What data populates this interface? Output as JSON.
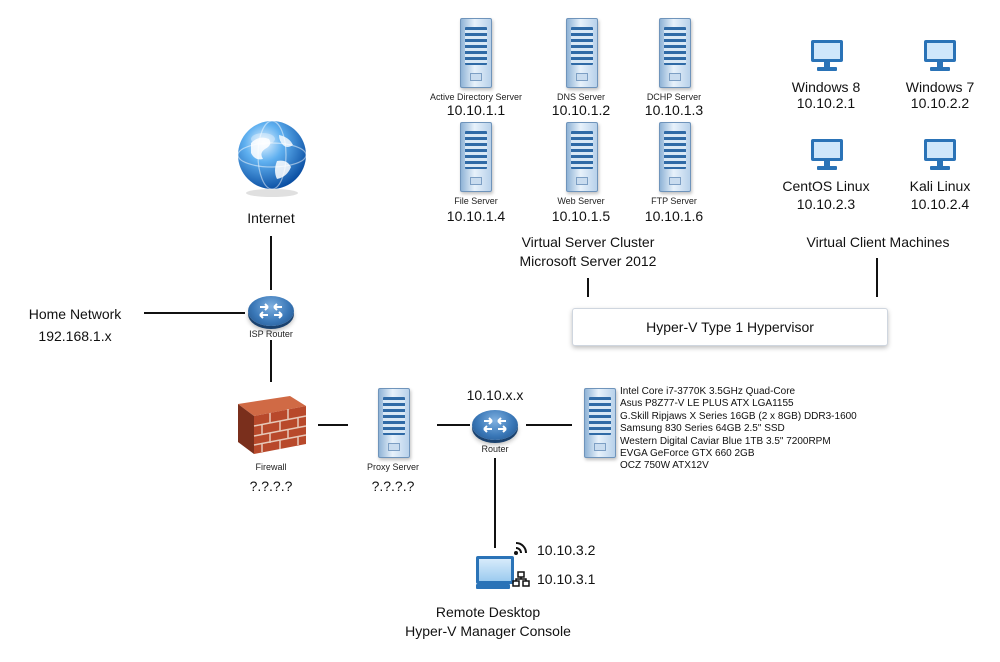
{
  "internet": {
    "label": "Internet"
  },
  "home_network": {
    "label": "Home Network",
    "subnet": "192.168.1.x"
  },
  "isp_router": {
    "label": "ISP Router"
  },
  "firewall": {
    "label": "Firewall",
    "ip": "?.?.?.?"
  },
  "proxy_server": {
    "label": "Proxy Server",
    "ip": "?.?.?.?"
  },
  "router": {
    "label": "Router",
    "subnet": "10.10.x.x"
  },
  "servers": [
    {
      "label": "Active Directory Server",
      "ip": "10.10.1.1"
    },
    {
      "label": "DNS Server",
      "ip": "10.10.1.2"
    },
    {
      "label": "DCHP Server",
      "ip": "10.10.1.3"
    },
    {
      "label": "File Server",
      "ip": "10.10.1.4"
    },
    {
      "label": "Web Server",
      "ip": "10.10.1.5"
    },
    {
      "label": "FTP Server",
      "ip": "10.10.1.6"
    }
  ],
  "server_cluster": {
    "line1": "Virtual Server Cluster",
    "line2": "Microsoft Server 2012"
  },
  "clients": [
    {
      "label": "Windows 8",
      "ip": "10.10.2.1"
    },
    {
      "label": "Windows 7",
      "ip": "10.10.2.2"
    },
    {
      "label": "CentOS Linux",
      "ip": "10.10.2.3"
    },
    {
      "label": "Kali Linux",
      "ip": "10.10.2.4"
    }
  ],
  "client_group": {
    "label": "Virtual Client Machines"
  },
  "hypervisor": {
    "label": "Hyper-V Type 1 Hypervisor"
  },
  "host_specs": [
    "Intel Core i7-3770K 3.5GHz Quad-Core",
    "Asus P8Z77-V LE PLUS ATX LGA1155",
    "G.Skill Ripjaws X Series 16GB (2 x 8GB) DDR3-1600",
    "Samsung 830 Series 64GB 2.5\" SSD",
    "Western Digital Caviar Blue 1TB 3.5\" 7200RPM",
    "EVGA GeForce GTX 660 2GB",
    "OCZ 750W ATX12V"
  ],
  "remote": {
    "wifi_ip": "10.10.3.2",
    "lan_ip": "10.10.3.1",
    "line1": "Remote Desktop",
    "line2": "Hyper-V Manager Console"
  },
  "colors": {
    "link": "#111111",
    "accent_blue": "#2a73b7"
  }
}
